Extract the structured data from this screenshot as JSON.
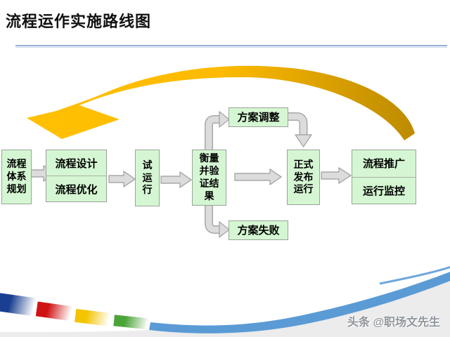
{
  "slide": {
    "title": "流程运作实施路线图",
    "watermark": "头条 @职场文先生"
  },
  "flow": {
    "planning": "流程\n体系\n规划",
    "design": "流程设计",
    "optimize": "流程优化",
    "trial": "试\n运\n行",
    "measure": "衡量\n并验\n证结\n果",
    "adjust": "方案调整",
    "release": "正式\n发布\n运行",
    "fail": "方案失败",
    "promote": "流程推广",
    "monitor": "运行监控"
  },
  "colors": {
    "box_fill": "#d5f6d2",
    "box_border": "#9aa39a",
    "arrow_fill": "#dcdcdc",
    "arrow_border": "#a8a8a8",
    "gold_bright": "#ffc003",
    "gold_dark": "#bd8b00",
    "title_rule_blue": "#93aed5",
    "footer_blue": "#5b9bd5",
    "footer_gray": "#ececed",
    "swatch_navy": "#1a3f92",
    "swatch_red": "#d01212",
    "swatch_yellow": "#f3c400",
    "swatch_green": "#4ba437"
  }
}
